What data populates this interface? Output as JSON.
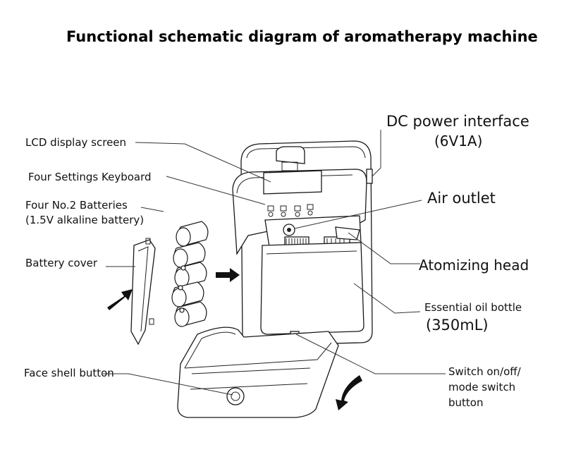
{
  "title": "Functional schematic diagram of aromatherapy machine",
  "labels": {
    "lcd": "LCD display screen",
    "keyboard": "Four Settings Keyboard",
    "batteries_line1": "Four No.2 Batteries",
    "batteries_line2": "(1.5V alkaline battery)",
    "battery_cover": "Battery cover",
    "face_shell": "Face shell button",
    "dc_power": "DC power interface",
    "dc_spec": "(6V1A)",
    "air_outlet": "Air outlet",
    "atomizing": "Atomizing head",
    "oil_bottle": "Essential oil bottle",
    "oil_volume": "(350mL)",
    "switch_line1": "Switch on/off/",
    "switch_line2": "mode switch",
    "switch_line3": "button"
  }
}
